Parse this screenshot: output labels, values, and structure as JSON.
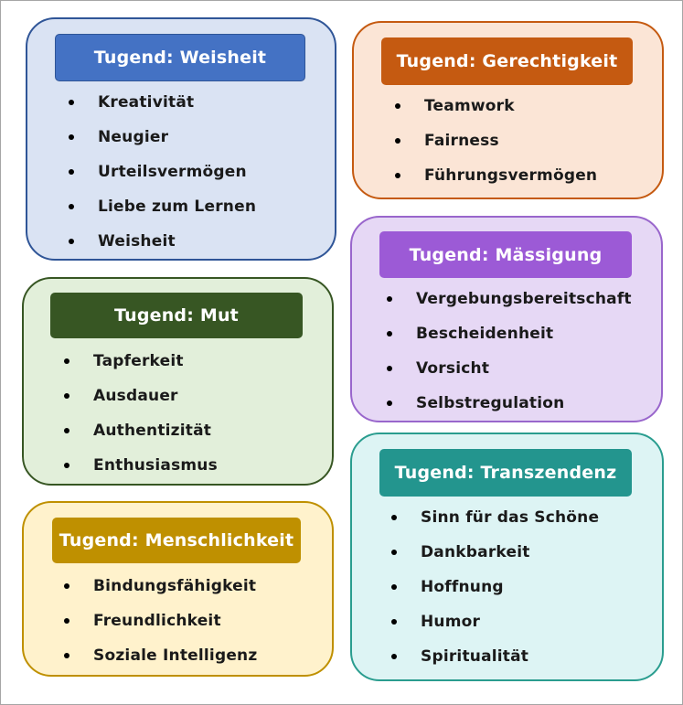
{
  "cards": {
    "weisheit": {
      "title": "Tugend: Weisheit",
      "items": [
        "Kreativität",
        "Neugier",
        "Urteilsvermögen",
        "Liebe zum Lernen",
        "Weisheit"
      ],
      "colors": {
        "fill": "#dae3f3",
        "border": "#2f5597",
        "header": "#4472c4"
      }
    },
    "mut": {
      "title": "Tugend: Mut",
      "items": [
        "Tapferkeit",
        "Ausdauer",
        "Authentizität",
        "Enthusiasmus"
      ],
      "colors": {
        "fill": "#e2efda",
        "border": "#375623",
        "header": "#375623"
      }
    },
    "menschlichkeit": {
      "title": "Tugend: Menschlichkeit",
      "items": [
        "Bindungsfähigkeit",
        "Freundlichkeit",
        "Soziale Intelligenz"
      ],
      "colors": {
        "fill": "#fff2cc",
        "border": "#bf9000",
        "header": "#bf9000"
      }
    },
    "gerechtigkeit": {
      "title": "Tugend: Gerechtigkeit",
      "items": [
        "Teamwork",
        "Fairness",
        "Führungsvermögen"
      ],
      "colors": {
        "fill": "#fbe5d6",
        "border": "#c55a11",
        "header": "#c55a11"
      }
    },
    "massigung": {
      "title": "Tugend: Mässigung",
      "items": [
        "Vergebungsbereitschaft",
        "Bescheidenheit",
        "Vorsicht",
        "Selbstregulation"
      ],
      "colors": {
        "fill": "#e6d8f5",
        "border": "#9966cc",
        "header": "#9c5ad6"
      }
    },
    "transzendenz": {
      "title": "Tugend: Transzendenz",
      "items": [
        "Sinn für das Schöne",
        "Dankbarkeit",
        "Hoffnung",
        "Humor",
        "Spiritualität"
      ],
      "colors": {
        "fill": "#ddf4f4",
        "border": "#2a9d8f",
        "header": "#23958e"
      }
    }
  }
}
